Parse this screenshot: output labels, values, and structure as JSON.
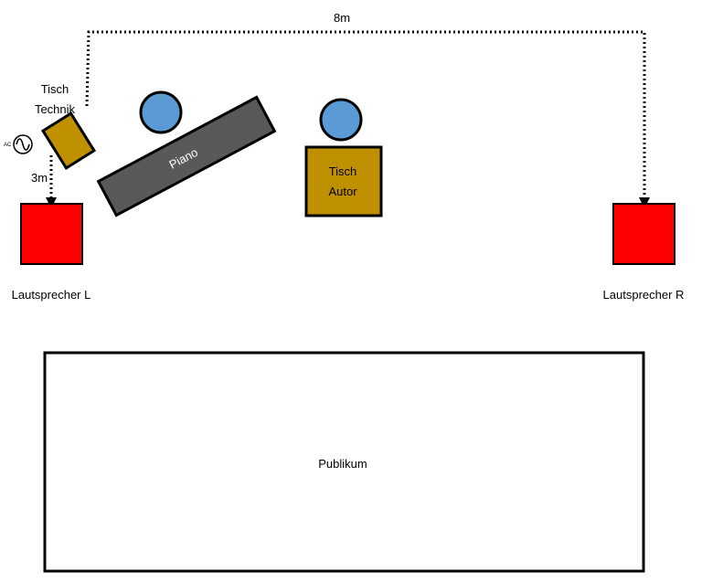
{
  "colors": {
    "speaker": "#ff0000",
    "table": "#bf9000",
    "piano": "#595959",
    "person": "#5b9bd5",
    "outline": "#000000",
    "background": "#ffffff"
  },
  "labels": {
    "distance_top": "8m",
    "distance_left": "3m",
    "table_tech_line1": "Tisch",
    "table_tech_line2": "Technik",
    "table_author_line1": "Tisch",
    "table_author_line2": "Autor",
    "piano": "Piano",
    "speaker_left": "Lautsprecher L",
    "speaker_right": "Lautsprecher R",
    "audience": "Publikum",
    "ac": "AC"
  },
  "icons": {
    "power": "ac-power-icon"
  }
}
